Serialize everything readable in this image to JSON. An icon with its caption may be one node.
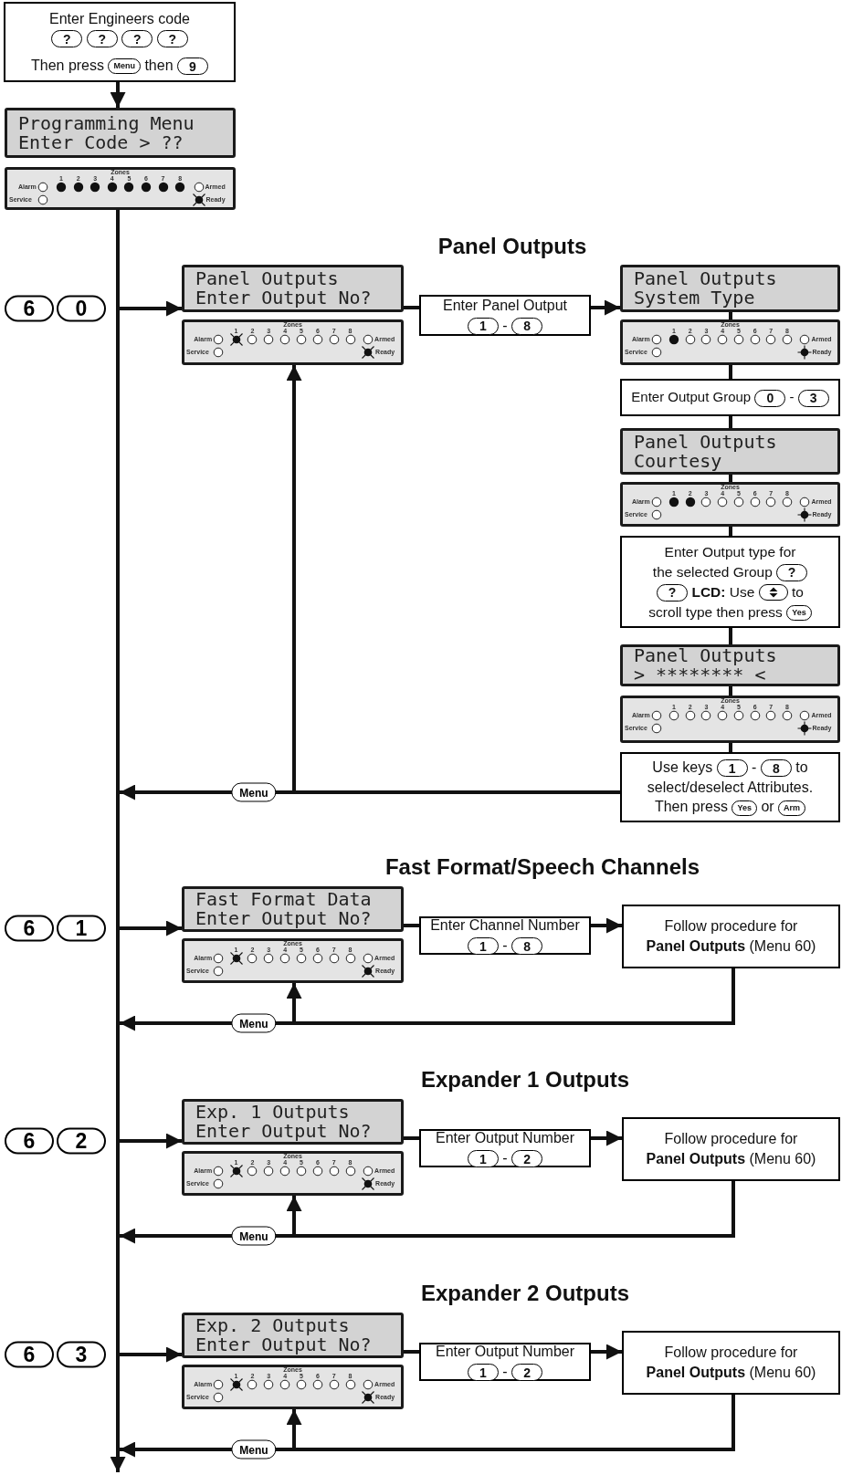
{
  "diagram": {
    "nodes": [
      {
        "text": [
          "Enter Engineers code",
          "Then press",
          "then"
        ]
      },
      {
        "text": [
          "?"
        ],
        "in": 0
      },
      {
        "text": [
          "?"
        ],
        "in": 0
      },
      {
        "text": [
          "?"
        ],
        "in": 0
      },
      {
        "text": [
          "?"
        ],
        "in": 0
      },
      {
        "text": [
          "Menu"
        ],
        "in": 0
      },
      {
        "text": [
          "9"
        ],
        "in": 0
      },
      {
        "text": [
          "Programming Menu",
          "Enter Code > ??"
        ]
      },
      {
        "text": [
          "Zones",
          "1",
          "2",
          "3",
          "4",
          "5",
          "6",
          "7",
          "8",
          "Alarm",
          "Armed",
          "Service",
          "Ready"
        ]
      },
      {
        "text": [
          "Panel Outputs",
          "Enter Output No?"
        ]
      },
      {
        "text": [
          "Zones",
          "1",
          "2",
          "3",
          "4",
          "5",
          "6",
          "7",
          "8",
          "Alarm",
          "Armed",
          "Service",
          "Ready"
        ]
      },
      {
        "text": [
          "Enter Panel Output",
          "-"
        ]
      },
      {
        "text": [
          "1"
        ],
        "in": 11
      },
      {
        "text": [
          "8"
        ],
        "in": 11
      },
      {
        "text": [
          "Panel Outputs",
          "System Type"
        ]
      },
      {
        "text": [
          "Zones",
          "1",
          "2",
          "3",
          "4",
          "5",
          "6",
          "7",
          "8",
          "Alarm",
          "Armed",
          "Service",
          "Ready"
        ]
      },
      {
        "text": [
          "Enter Output Group",
          "-"
        ]
      },
      {
        "text": [
          "0"
        ],
        "in": 16
      },
      {
        "text": [
          "3"
        ],
        "in": 16
      },
      {
        "text": [
          "Panel Outputs",
          "Courtesy"
        ]
      },
      {
        "text": [
          "Zones",
          "1",
          "2",
          "3",
          "4",
          "5",
          "6",
          "7",
          "8",
          "Alarm",
          "Armed",
          "Service",
          "Ready"
        ]
      },
      {
        "text": [
          "Enter Output type for the selected Group",
          "**LCD:** Use",
          "to scroll type then press"
        ]
      },
      {
        "text": [
          "?"
        ],
        "in": 21
      },
      {
        "text": [
          "?"
        ],
        "in": 21
      },
      {
        "text": [],
        "shape": "oval",
        "in": 21
      },
      {
        "text": [
          "Yes"
        ],
        "in": 21
      },
      {
        "text": [
          "Panel Outputs",
          "> ******** <"
        ]
      },
      {
        "text": [
          "Zones",
          "1",
          "2",
          "3",
          "4",
          "5",
          "6",
          "7",
          "8",
          "Alarm",
          "Armed",
          "Service",
          "Ready"
        ]
      },
      {
        "text": [
          "Use keys",
          "-",
          "to select/deselect Attributes. Then press",
          "or"
        ]
      },
      {
        "text": [
          "1"
        ],
        "in": 28
      },
      {
        "text": [
          "8"
        ],
        "in": 28
      },
      {
        "text": [
          "Yes"
        ],
        "in": 28
      },
      {
        "text": [
          "Arm"
        ],
        "in": 28
      },
      {
        "text": [
          "Fast Format Data",
          "Enter Output No?"
        ]
      },
      {
        "text": [
          "Zones",
          "1",
          "2",
          "3",
          "4",
          "5",
          "6",
          "7",
          "8",
          "Alarm",
          "Armed",
          "Service",
          "Ready"
        ]
      },
      {
        "text": [
          "Enter Channel Number",
          "-"
        ]
      },
      {
        "text": [
          "1"
        ],
        "in": 35
      },
      {
        "text": [
          "8"
        ],
        "in": 35
      },
      {
        "text": [
          "Follow procedure for **Panel Outputs** (Menu 60)"
        ]
      },
      {
        "text": [
          "Exp. 1 Outputs",
          "Enter Output No?"
        ]
      },
      {
        "text": [
          "Zones",
          "1",
          "2",
          "3",
          "4",
          "5",
          "6",
          "7",
          "8",
          "Alarm",
          "Armed",
          "Service",
          "Ready"
        ]
      },
      {
        "text": [
          "Enter Output Number",
          "-"
        ]
      },
      {
        "text": [
          "1"
        ],
        "in": 41
      },
      {
        "text": [
          "2"
        ],
        "in": 41
      },
      {
        "text": [
          "Follow procedure for **Panel Outputs** (Menu 60)"
        ]
      },
      {
        "text": [
          "Exp. 2 Outputs",
          "Enter Output No?"
        ]
      },
      {
        "text": [
          "Zones",
          "1",
          "2",
          "3",
          "4",
          "5",
          "6",
          "7",
          "8",
          "Alarm",
          "Armed",
          "Service",
          "Ready"
        ]
      },
      {
        "text": [
          "Enter Output Number",
          "-"
        ]
      },
      {
        "text": [
          "1"
        ],
        "in": 47
      },
      {
        "text": [
          "2"
        ],
        "in": 47
      },
      {
        "text": [
          "Follow procedure for **Panel Outputs** (Menu 60)"
        ]
      }
    ],
    "edges": [
      {
        "from": 0,
        "to": 7,
        "arrow": "to"
      },
      {
        "from": 8,
        "to": 9,
        "arrow": "to"
      },
      {
        "from": 8,
        "to": 33,
        "arrow": "to"
      },
      {
        "from": 8,
        "to": 39,
        "arrow": "to"
      },
      {
        "from": 8,
        "to": 45,
        "arrow": "to"
      },
      {
        "from": 8,
        "to": null,
        "arrow": "to"
      },
      {
        "from": 9,
        "to": 11,
        "arrow": "none"
      },
      {
        "from": 11,
        "to": 14,
        "arrow": "to"
      },
      {
        "from": 14,
        "to": 15,
        "arrow": "none"
      },
      {
        "from": 15,
        "to": 16,
        "arrow": "none"
      },
      {
        "from": 16,
        "to": 19,
        "arrow": "none"
      },
      {
        "from": 19,
        "to": 20,
        "arrow": "none"
      },
      {
        "from": 20,
        "to": 21,
        "arrow": "none"
      },
      {
        "from": 21,
        "to": 26,
        "arrow": "none"
      },
      {
        "from": 26,
        "to": 27,
        "arrow": "none"
      },
      {
        "from": 27,
        "to": 28,
        "arrow": "none"
      },
      {
        "from": 28,
        "to": 10,
        "arrow": "to"
      },
      {
        "from": 28,
        "to": null,
        "arrow": "to",
        "label": "Menu"
      },
      {
        "from": 33,
        "to": 35,
        "arrow": "none"
      },
      {
        "from": 35,
        "to": 38,
        "arrow": "to"
      },
      {
        "from": 38,
        "to": 34,
        "arrow": "to"
      },
      {
        "from": 38,
        "to": null,
        "arrow": "to",
        "label": "Menu"
      },
      {
        "from": 39,
        "to": 41,
        "arrow": "none"
      },
      {
        "from": 41,
        "to": 44,
        "arrow": "to"
      },
      {
        "from": 44,
        "to": 40,
        "arrow": "to"
      },
      {
        "from": 44,
        "to": null,
        "arrow": "to",
        "label": "Menu"
      },
      {
        "from": 45,
        "to": 47,
        "arrow": "none"
      },
      {
        "from": 47,
        "to": 50,
        "arrow": "to"
      },
      {
        "from": 50,
        "to": 46,
        "arrow": "to"
      },
      {
        "from": 50,
        "to": null,
        "arrow": "to",
        "label": "Menu"
      }
    ],
    "labels": [
      "Panel Outputs",
      "6",
      "0",
      "Fast Format/Speech Channels",
      "6",
      "1",
      "Expander 1 Outputs",
      "6",
      "2",
      "Expander 2 Outputs",
      "6",
      "3"
    ]
  }
}
